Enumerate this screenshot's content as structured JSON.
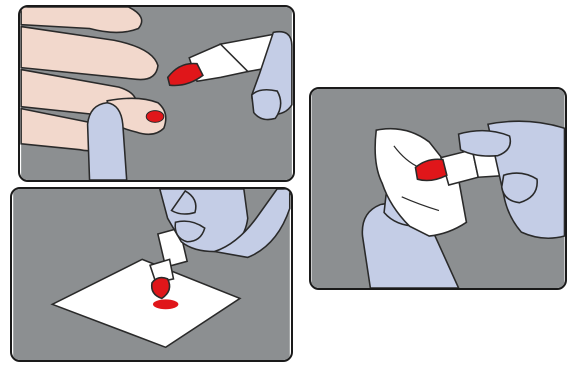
{
  "figure": {
    "steps": [
      {
        "id": "step-1",
        "action": "collect-blood-drop-from-fingertip"
      },
      {
        "id": "step-2",
        "action": "dab-blood-onto-paper"
      },
      {
        "id": "step-3",
        "action": "wipe-tip-with-paper"
      }
    ],
    "colors": {
      "panel_background": "#8c8f91",
      "panel_border": "#1a1a1a",
      "skin": "#f2d8cc",
      "glove": "#c4cde6",
      "blood": "#e0161a",
      "paper": "#ffffff",
      "outline": "#2a2a2a"
    }
  }
}
